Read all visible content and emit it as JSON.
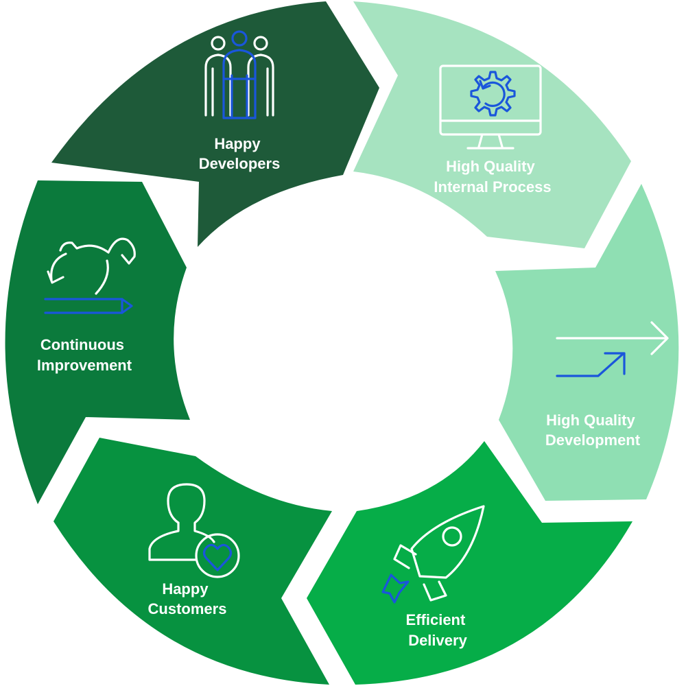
{
  "colors": {
    "happy_developers": "#1e5a39",
    "internal_process": "#a6e3c0",
    "development": "#8fdfb3",
    "delivery": "#06ad48",
    "customers": "#079240",
    "improvement": "#0b7a3c",
    "icon_white": "#ffffff",
    "icon_blue": "#1a56db"
  },
  "segments": [
    {
      "key": "happy_developers",
      "icon": "team-icon",
      "label": [
        "Happy",
        "Developers"
      ]
    },
    {
      "key": "internal_process",
      "icon": "monitor-gear-icon",
      "label": [
        "High Quality",
        "Internal Process"
      ]
    },
    {
      "key": "development",
      "icon": "upward-arrow-icon",
      "label": [
        "High Quality",
        "Development"
      ]
    },
    {
      "key": "delivery",
      "icon": "rocket-icon",
      "label": [
        "Efficient",
        "Delivery"
      ]
    },
    {
      "key": "customers",
      "icon": "customer-heart-icon",
      "label": [
        "Happy",
        "Customers"
      ]
    },
    {
      "key": "improvement",
      "icon": "improvement-cycle-icon",
      "label": [
        "Continuous",
        "Improvement"
      ]
    }
  ]
}
